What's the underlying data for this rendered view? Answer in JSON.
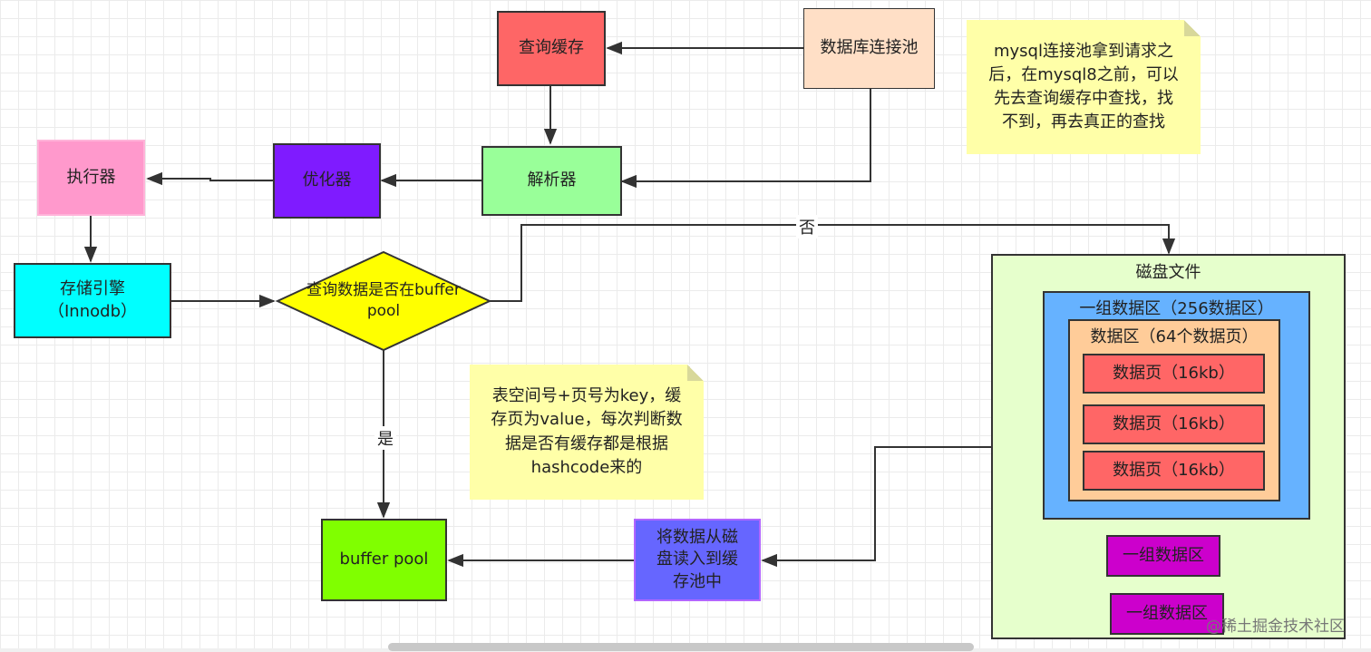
{
  "nodes": {
    "query_cache": "查询缓存",
    "connection_pool": "数据库连接池",
    "parser": "解析器",
    "optimizer": "优化器",
    "executor": "执行器",
    "storage_engine": "存储引擎\n（Innodb）",
    "decision": "查询数据是否在buffer\npool",
    "buffer_pool": "buffer pool",
    "load_from_disk": "将数据从磁\n盘读入到缓\n存池中"
  },
  "disk": {
    "title": "磁盘文件",
    "group_main": "一组数据区（256数据区）",
    "zone": "数据区（64个数据页）",
    "pages": [
      "数据页（16kb）",
      "数据页（16kb）",
      "数据页（16kb）"
    ],
    "group_small_1": "一组数据区",
    "group_small_2": "一组数据区"
  },
  "notes": {
    "cache_note": "mysql连接池拿到请求之\n后，在mysql8之前，可以\n先去查询缓存中查找，找\n不到，再去真正的查找",
    "key_note": "表空间号+页号为key，缓\n存页为value，每次判断数\n据是否有缓存都是根据\nhashcode来的"
  },
  "edge_labels": {
    "no": "否",
    "yes": "是"
  },
  "colors": {
    "query_cache": "#fe6666",
    "connection_pool": "#ffdfc6",
    "parser": "#99ff99",
    "optimizer": "#7f1bff",
    "executor": "#ff99cc",
    "storage_engine": "#00ffff",
    "decision": "#ffff00",
    "buffer_pool": "#80ff00",
    "load_from_disk": "#6666ff",
    "disk_bg": "#e6ffcc",
    "group_main": "#66b2ff",
    "zone": "#ffcc99",
    "page": "#ff6666",
    "group_small": "#cc00cc",
    "note": "#ffffa8"
  },
  "watermark": "@稀土掘金技术社区"
}
